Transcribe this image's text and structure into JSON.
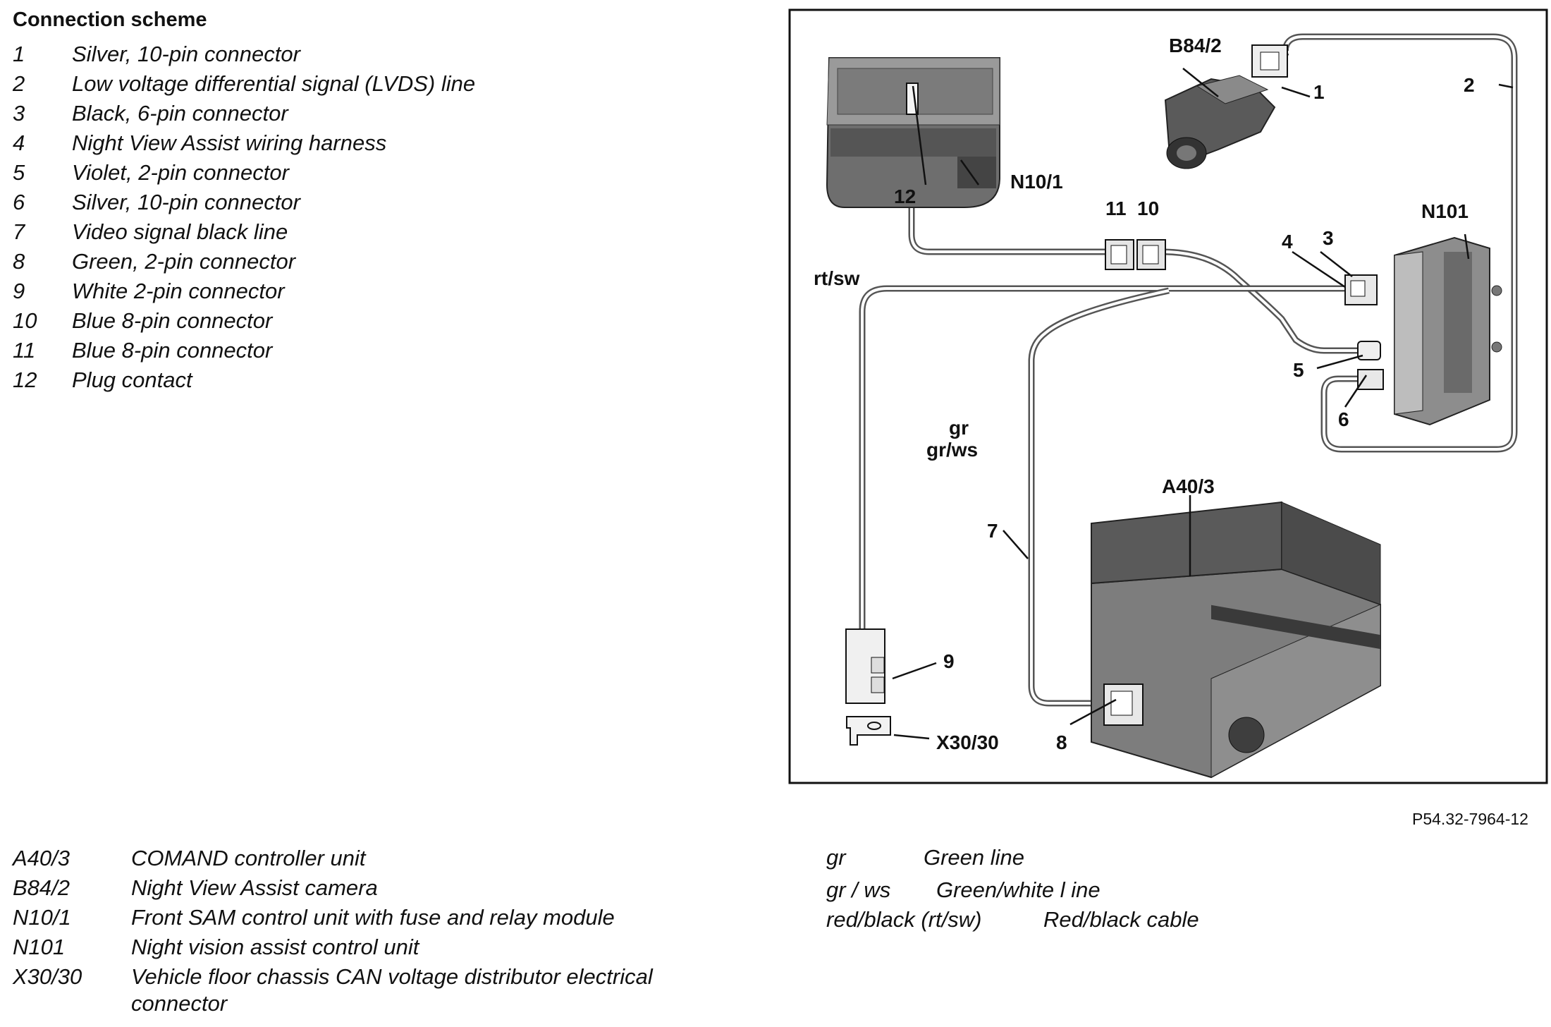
{
  "heading": "Connection scheme",
  "legend": [
    {
      "num": "1",
      "text": "Silver, 10-pin connector"
    },
    {
      "num": "2",
      "text": "Low voltage differential signal (LVDS) line"
    },
    {
      "num": "3",
      "text": "Black, 6-pin connector"
    },
    {
      "num": "4",
      "text": "Night View Assist wiring harness"
    },
    {
      "num": "5",
      "text": "Violet, 2-pin connector"
    },
    {
      "num": "6",
      "text": "Silver, 10-pin connector"
    },
    {
      "num": "7",
      "text": "Video signal black line"
    },
    {
      "num": "8",
      "text": "Green, 2-pin connector"
    },
    {
      "num": "9",
      "text": "White 2-pin connector"
    },
    {
      "num": "10",
      "text": "Blue 8-pin connector"
    },
    {
      "num": "11",
      "text": "Blue 8-pin connector"
    },
    {
      "num": "12",
      "text": "Plug contact"
    }
  ],
  "components": [
    {
      "code": "A40/3",
      "desc": "COMAND controller unit"
    },
    {
      "code": "B84/2",
      "desc": "Night View Assist camera"
    },
    {
      "code": "N10/1",
      "desc": "Front SAM control unit with fuse and relay module"
    },
    {
      "code": "N101",
      "desc": "Night vision assist control unit"
    },
    {
      "code": "X30/30",
      "desc": "Vehicle floor chassis CAN voltage distributor electrical connector"
    }
  ],
  "wire_colors": [
    {
      "code": "gr",
      "desc": "Green line"
    },
    {
      "code": "gr / ws",
      "desc": "Green/white  l ine"
    },
    {
      "code": "red/black (rt/sw)",
      "desc": "Red/black cable"
    }
  ],
  "figure_ref": "P54.32-7964-12",
  "diagram_labels": {
    "B84_2": "B84/2",
    "N10_1": "N10/1",
    "N101": "N101",
    "A40_3": "A40/3",
    "X30_30": "X30/30",
    "rt_sw": "rt/sw",
    "gr": "gr",
    "gr_ws": "gr/ws",
    "n1": "1",
    "n2": "2",
    "n3": "3",
    "n4": "4",
    "n5": "5",
    "n6": "6",
    "n7": "7",
    "n8": "8",
    "n9": "9",
    "n10": "10",
    "n11": "11",
    "n12": "12"
  }
}
